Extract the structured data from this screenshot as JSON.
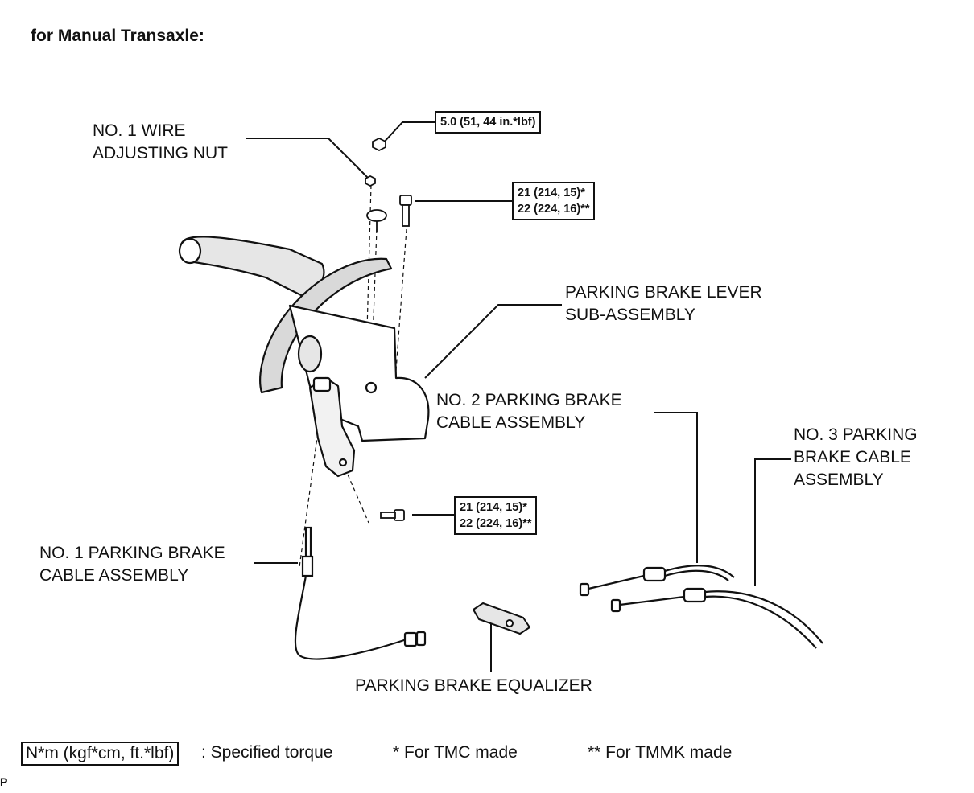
{
  "heading": "for Manual Transaxle:",
  "callouts": {
    "wire_adjusting_nut": "NO. 1 WIRE\nADJUSTING NUT",
    "lever_sub_assembly": "PARKING BRAKE LEVER\nSUB-ASSEMBLY",
    "no2_cable": "NO. 2 PARKING BRAKE\nCABLE ASSEMBLY",
    "no3_cable": "NO. 3 PARKING\nBRAKE CABLE\nASSEMBLY",
    "no1_cable": "NO. 1 PARKING BRAKE\nCABLE ASSEMBLY",
    "equalizer": "PARKING BRAKE EQUALIZER"
  },
  "torque_specs": {
    "nut": "5.0 (51, 44 in.*lbf)",
    "upper_bolt": "21 (214, 15)*\n22 (224, 16)**",
    "lower_bolt": "21 (214, 15)*\n22 (224, 16)**"
  },
  "legend": {
    "unit_box": "N*m (kgf*cm, ft.*lbf)",
    "unit_text": ": Specified torque",
    "tmc": "* For TMC made",
    "tmmk": "** For TMMK made"
  },
  "corner_mark": "P"
}
